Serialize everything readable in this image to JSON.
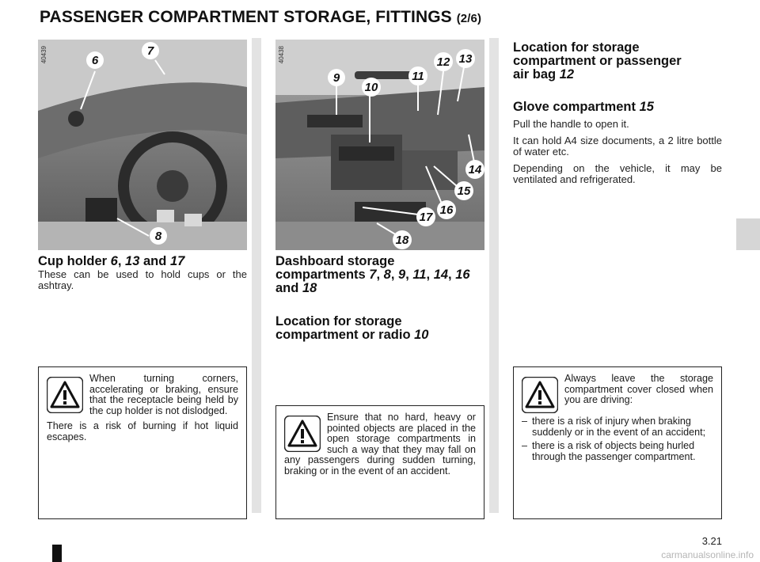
{
  "page": {
    "title": "PASSENGER COMPARTMENT STORAGE, FITTINGS",
    "title_sub": "(2/6)",
    "page_number": "3.21",
    "watermark": "carmanualsonline.info"
  },
  "photo_left": {
    "id_label": "40439",
    "callouts": [
      "6",
      "7",
      "8"
    ]
  },
  "photo_center": {
    "id_label": "40438",
    "callouts": [
      "9",
      "10",
      "11",
      "12",
      "13",
      "14",
      "15",
      "16",
      "17",
      "18"
    ]
  },
  "left_section": {
    "heading_text": "Cup holder",
    "heading_refs": [
      "6",
      "13",
      "17"
    ],
    "heading_sep1": ",",
    "heading_and": "and",
    "body": "These can be used to hold cups or the ashtray."
  },
  "center_section": {
    "heading1_line1": "Dashboard storage",
    "heading1_line2": "compartments",
    "heading1_refs": [
      "7",
      "8",
      "9",
      "11",
      "14",
      "16"
    ],
    "heading1_and": "and",
    "heading1_last": "18",
    "heading2_line1": "Location for storage",
    "heading2_line2": "compartment or radio",
    "heading2_ref": "10"
  },
  "right_section": {
    "heading1_line1": "Location for storage",
    "heading1_line2": "compartment or passenger",
    "heading1_line3": "air bag",
    "heading1_ref": "12",
    "heading2": "Glove compartment",
    "heading2_ref": "15",
    "paragraphs": [
      "Pull the handle to open it.",
      "It can hold A4 size documents, a 2 litre bottle of water etc.",
      "Depending on the vehicle, it may be ventilated and refrigerated."
    ]
  },
  "warning_left": {
    "text1": "When turning corners, accelerating or braking, ensure that the receptacle being held by the cup holder is not dislodged.",
    "text2": "There is a risk of burning if hot liquid escapes."
  },
  "warning_center": {
    "text": "Ensure that no hard, heavy or pointed objects are placed in the open storage compartments in such a way that they may fall on any passengers during sudden turning, braking or in the event of an accident."
  },
  "warning_right": {
    "intro": "Always leave the storage compartment cover closed when you are driving:",
    "items": [
      "there is a risk of injury when braking suddenly or in the event of an accident;",
      "there is a risk of objects being hurled through the passenger compartment."
    ],
    "dash": "–"
  },
  "icons": {
    "warning": "warning-triangle-icon"
  }
}
